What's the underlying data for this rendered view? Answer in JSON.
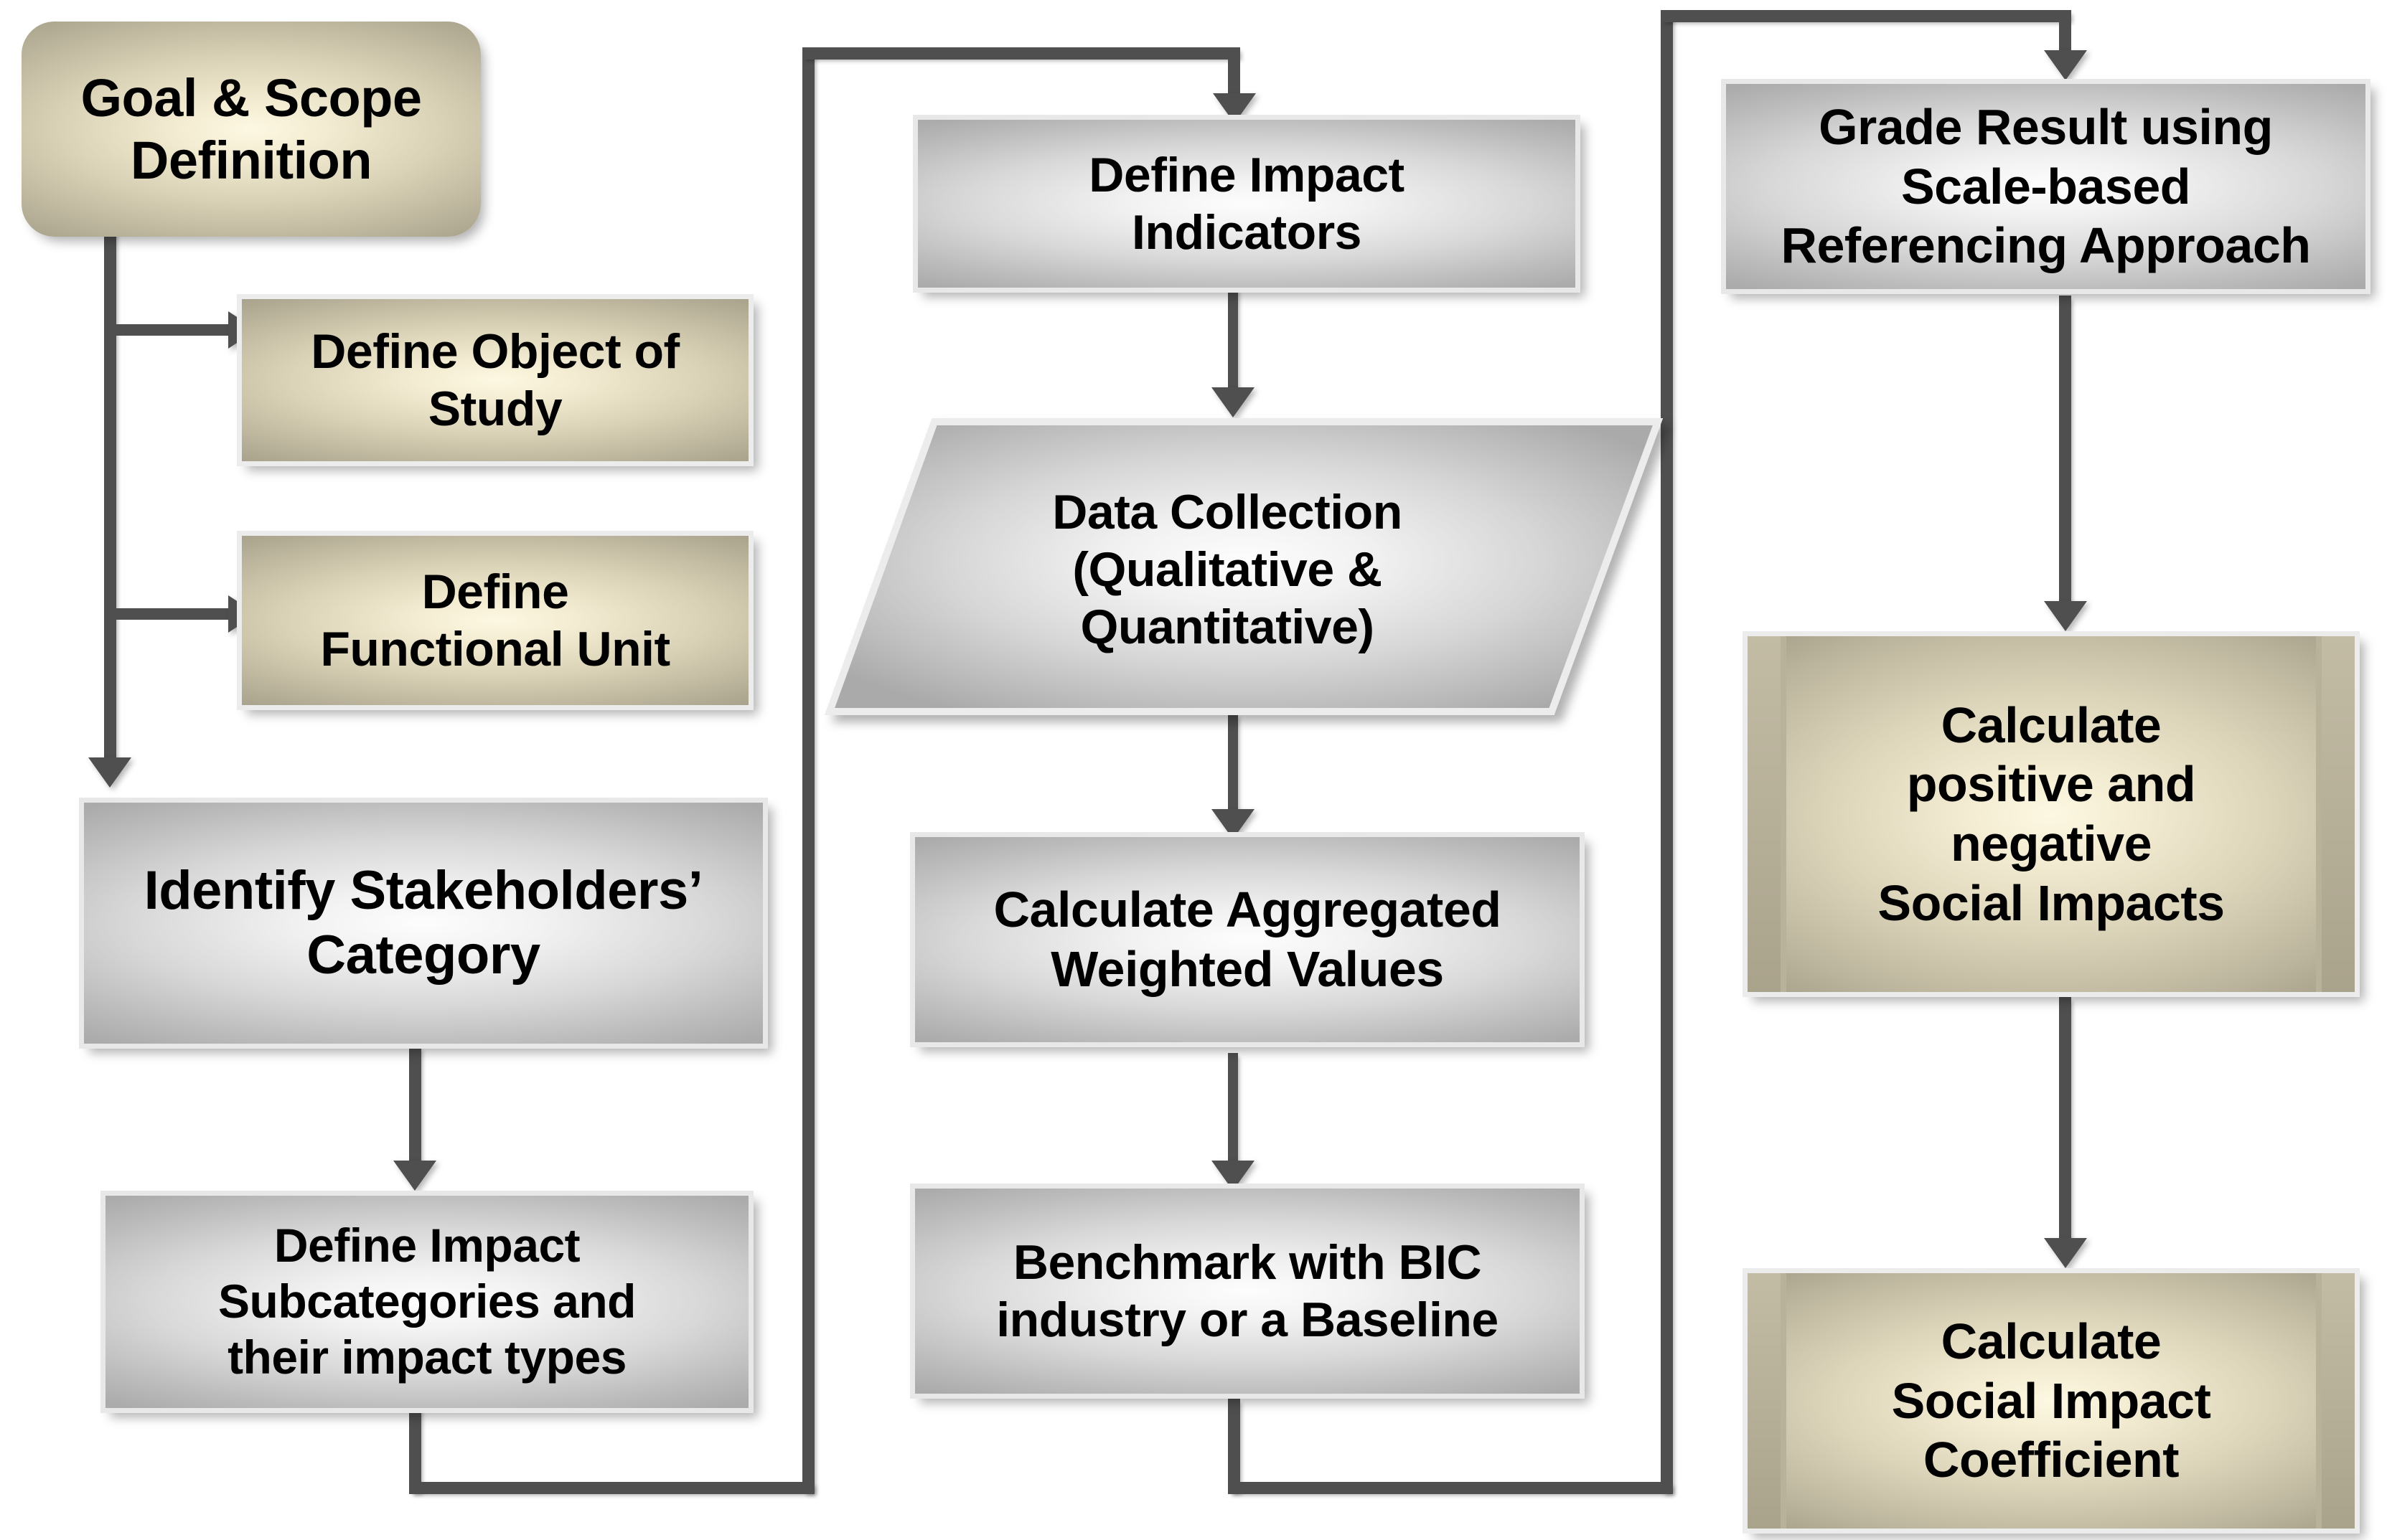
{
  "diagram": {
    "title": "Social Life Cycle Assessment Methodology Flowchart",
    "type": "flowchart",
    "accent_silver": "#c6c6c6",
    "accent_tan": "#cdc5ab",
    "connector_color": "#4f4f4f"
  },
  "nodes": {
    "goal_scope": {
      "label": "Goal & Scope\nDefinition",
      "shape": "rounded-rectangle",
      "fill": "tan"
    },
    "define_object": {
      "label": "Define Object of\nStudy",
      "shape": "rectangle",
      "fill": "tan"
    },
    "define_functional_unit": {
      "label": "Define\nFunctional Unit",
      "shape": "rectangle",
      "fill": "tan"
    },
    "identify_stakeholders": {
      "label": "Identify  Stakeholders’\nCategory",
      "shape": "rectangle",
      "fill": "silver"
    },
    "define_subcategories": {
      "label": "Define Impact\nSubcategories and\ntheir impact types",
      "shape": "rectangle",
      "fill": "silver"
    },
    "define_indicators": {
      "label": "Define Impact\nIndicators",
      "shape": "rectangle",
      "fill": "silver"
    },
    "data_collection": {
      "label": "Data Collection\n(Qualitative &\nQuantitative)",
      "shape": "parallelogram",
      "fill": "silver"
    },
    "calculate_weighted": {
      "label": "Calculate Aggregated\nWeighted Values",
      "shape": "rectangle",
      "fill": "silver"
    },
    "benchmark": {
      "label": "Benchmark with BIC\nindustry or a Baseline",
      "shape": "rectangle",
      "fill": "silver"
    },
    "grade_result": {
      "label": "Grade Result using\nScale-based\nReferencing Approach",
      "shape": "rectangle",
      "fill": "silver"
    },
    "calculate_impacts": {
      "label": "Calculate\npositive and\nnegative\nSocial Impacts",
      "shape": "predefined-process",
      "fill": "tan"
    },
    "calculate_coefficient": {
      "label": "Calculate\nSocial Impact\nCoefficient",
      "shape": "predefined-process",
      "fill": "tan"
    }
  },
  "edges": [
    {
      "from": "goal_scope",
      "to": "define_object",
      "style": "elbow-right-arrow"
    },
    {
      "from": "goal_scope",
      "to": "define_functional_unit",
      "style": "elbow-right-arrow"
    },
    {
      "from": "goal_scope",
      "to": "identify_stakeholders",
      "style": "straight-down-arrow"
    },
    {
      "from": "identify_stakeholders",
      "to": "define_subcategories",
      "style": "straight-down-arrow"
    },
    {
      "from": "define_subcategories",
      "to": "define_indicators",
      "style": "wrap-around-column"
    },
    {
      "from": "define_indicators",
      "to": "data_collection",
      "style": "straight-down-arrow"
    },
    {
      "from": "data_collection",
      "to": "calculate_weighted",
      "style": "straight-down-arrow"
    },
    {
      "from": "calculate_weighted",
      "to": "benchmark",
      "style": "straight-down-arrow"
    },
    {
      "from": "benchmark",
      "to": "grade_result",
      "style": "wrap-around-column"
    },
    {
      "from": "grade_result",
      "to": "calculate_impacts",
      "style": "straight-down-arrow"
    },
    {
      "from": "calculate_impacts",
      "to": "calculate_coefficient",
      "style": "straight-down-arrow"
    }
  ]
}
